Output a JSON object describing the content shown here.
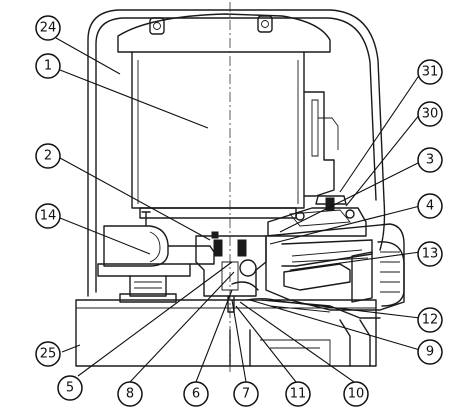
{
  "callouts": [
    {
      "id": "24",
      "label": "24"
    },
    {
      "id": "1",
      "label": "1"
    },
    {
      "id": "2",
      "label": "2"
    },
    {
      "id": "14",
      "label": "14"
    },
    {
      "id": "25",
      "label": "25"
    },
    {
      "id": "31",
      "label": "31"
    },
    {
      "id": "30",
      "label": "30"
    },
    {
      "id": "3",
      "label": "3"
    },
    {
      "id": "4",
      "label": "4"
    },
    {
      "id": "13",
      "label": "13"
    },
    {
      "id": "12",
      "label": "12"
    },
    {
      "id": "9",
      "label": "9"
    },
    {
      "id": "5",
      "label": "5"
    },
    {
      "id": "8",
      "label": "8"
    },
    {
      "id": "6",
      "label": "6"
    },
    {
      "id": "7",
      "label": "7"
    },
    {
      "id": "11",
      "label": "11"
    },
    {
      "id": "10",
      "label": "10"
    }
  ]
}
